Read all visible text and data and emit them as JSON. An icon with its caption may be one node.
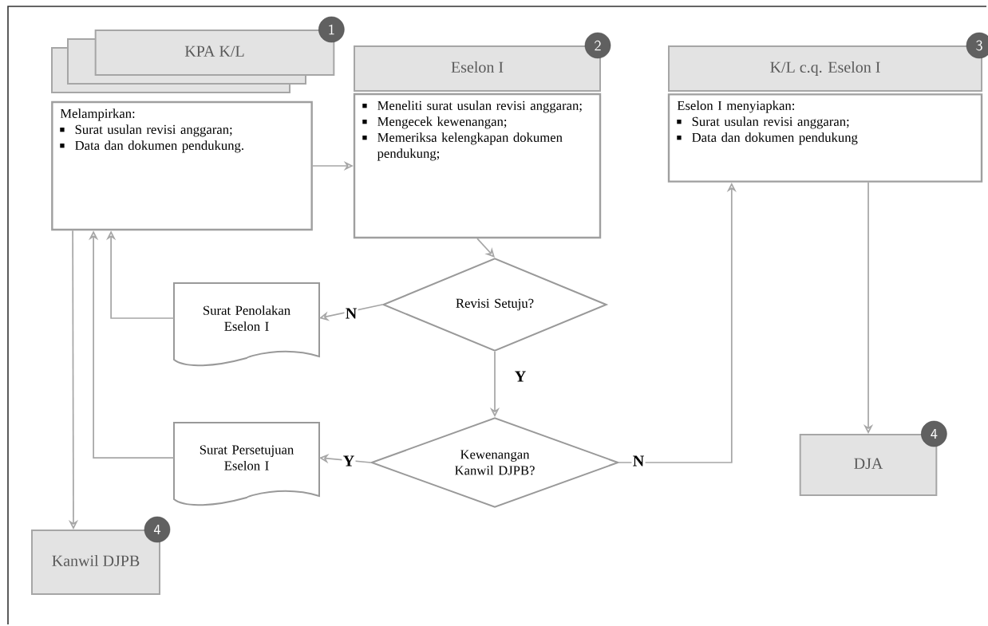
{
  "diagram": {
    "nodes": [
      {
        "text": [
          "KPA K/L"
        ],
        "beside": [
          "1"
        ]
      },
      {
        "text": [
          "Melampirkan:",
          "Surat usulan revisi anggaran;",
          "Data dan dokumen pendukung."
        ]
      },
      {
        "text": [
          "Eselon I"
        ],
        "beside": [
          "2"
        ]
      },
      {
        "text": [
          "Meneliti surat usulan revisi anggaran;",
          "Mengecek kewenangan;",
          "Memeriksa kelengkapan dokumen pendukung;"
        ]
      },
      {
        "text": [
          "K/L c.q. Eselon I"
        ],
        "beside": [
          "3"
        ]
      },
      {
        "text": [
          "Eselon I menyiapkan:",
          "Surat usulan revisi anggaran;",
          "Data dan dokumen pendukung"
        ]
      },
      {
        "text": [
          "Surat Penolakan Eselon I"
        ]
      },
      {
        "text": [
          "Revisi Setuju?"
        ]
      },
      {
        "text": [
          "Surat Persetujuan Eselon I"
        ]
      },
      {
        "text": [
          "Kewenangan Kanwil DJPB?"
        ]
      },
      {
        "text": [
          "DJA"
        ],
        "beside": [
          "4"
        ]
      },
      {
        "text": [
          "Kanwil DJPB"
        ],
        "beside": [
          "4"
        ]
      }
    ],
    "edges": [
      {
        "from": 1,
        "to": 3,
        "arrow": "to"
      },
      {
        "from": 3,
        "to": 7,
        "arrow": "to"
      },
      {
        "from": 7,
        "to": 6,
        "arrow": "to",
        "label": "N"
      },
      {
        "from": 6,
        "to": 1,
        "arrow": "to"
      },
      {
        "from": 7,
        "to": 9,
        "arrow": "to",
        "label": "Y"
      },
      {
        "from": 9,
        "to": 8,
        "arrow": "to",
        "label": "Y"
      },
      {
        "from": 8,
        "to": 1,
        "arrow": "to"
      },
      {
        "from": 9,
        "to": 5,
        "arrow": "to",
        "label": "N"
      },
      {
        "from": 5,
        "to": 10,
        "arrow": "to"
      },
      {
        "from": 1,
        "to": 11,
        "arrow": "to"
      }
    ]
  }
}
